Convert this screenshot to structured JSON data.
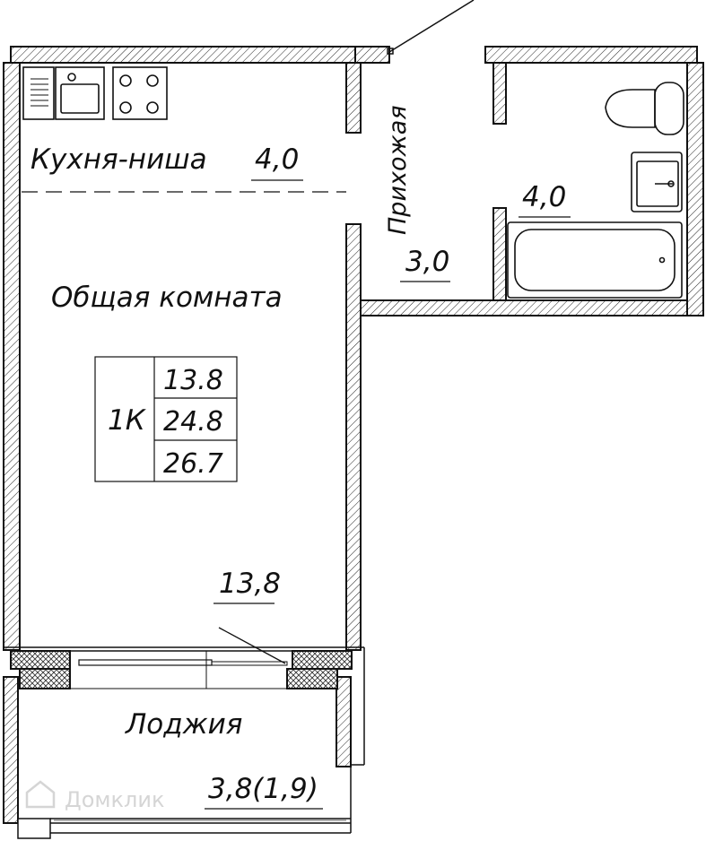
{
  "rooms": {
    "kitchen": {
      "name": "Кухня-ниша",
      "area": "4,0"
    },
    "hall": {
      "name": "Прихожая",
      "area": "3,0"
    },
    "bathroom": {
      "area": "4,0"
    },
    "living": {
      "name": "Общая комната",
      "area": "13,8"
    },
    "loggia": {
      "name": "Лоджия",
      "area": "3,8(1,9)"
    }
  },
  "summary": {
    "type": "1К",
    "living_area": "13.8",
    "total_area": "24.8",
    "total_with_loggia": "26.7"
  },
  "watermark": "Домклик"
}
